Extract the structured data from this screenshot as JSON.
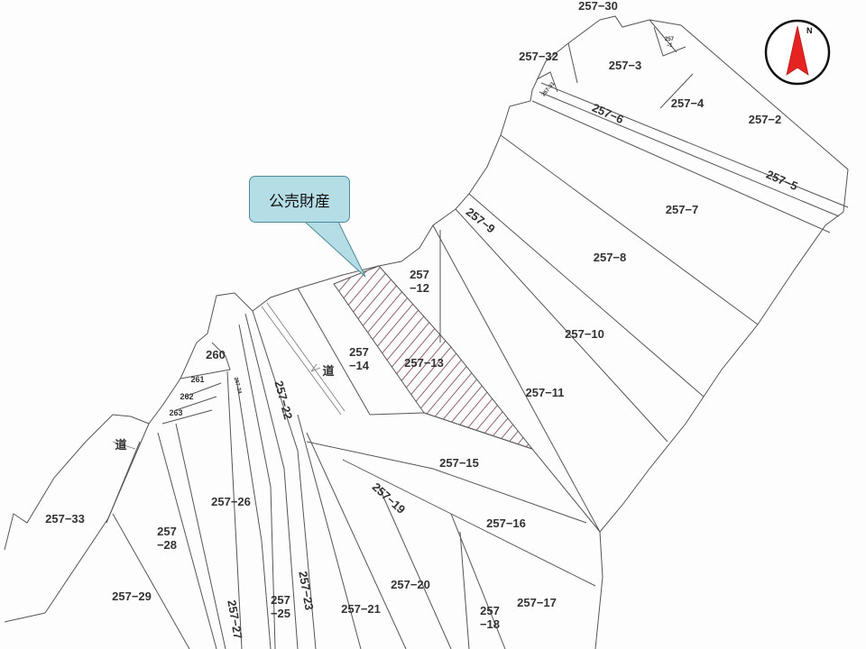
{
  "callout": {
    "text": "公売財産"
  },
  "compass": {
    "north": "N",
    "icon": "north-arrow-icon",
    "color": "#e52421"
  },
  "hatch_color": "#7a3b4f",
  "parcels": [
    {
      "id": "p257-30",
      "label": "257−30"
    },
    {
      "id": "p257-1",
      "label": "257\n−1"
    },
    {
      "id": "p257-32",
      "label": "257−32"
    },
    {
      "id": "p257-3",
      "label": "257−3"
    },
    {
      "id": "p257-31",
      "label": "257-31"
    },
    {
      "id": "p257-4",
      "label": "257−4"
    },
    {
      "id": "p257-2",
      "label": "257−2"
    },
    {
      "id": "p257-6",
      "label": "257−6"
    },
    {
      "id": "p257-5",
      "label": "257−5"
    },
    {
      "id": "p257-7",
      "label": "257−7"
    },
    {
      "id": "p257-9",
      "label": "257−9"
    },
    {
      "id": "p257-8",
      "label": "257−8"
    },
    {
      "id": "p257-12",
      "label": "257\n−12"
    },
    {
      "id": "p257-10",
      "label": "257−10"
    },
    {
      "id": "p257-14",
      "label": "257\n−14"
    },
    {
      "id": "p257-13",
      "label": "257−13"
    },
    {
      "id": "p257-11",
      "label": "257−11"
    },
    {
      "id": "p260",
      "label": "260"
    },
    {
      "id": "p261",
      "label": "261"
    },
    {
      "id": "p262",
      "label": "262"
    },
    {
      "id": "p263",
      "label": "263"
    },
    {
      "id": "p257-24",
      "label": "257-24"
    },
    {
      "id": "p257-22",
      "label": "257−22"
    },
    {
      "id": "p257-15",
      "label": "257−15"
    },
    {
      "id": "p257-19",
      "label": "257−19"
    },
    {
      "id": "p257-16",
      "label": "257−16"
    },
    {
      "id": "p257-26",
      "label": "257−26"
    },
    {
      "id": "p257-33",
      "label": "257−33"
    },
    {
      "id": "p257-28",
      "label": "257\n−28"
    },
    {
      "id": "p257-29",
      "label": "257−29"
    },
    {
      "id": "p257-20",
      "label": "257−20"
    },
    {
      "id": "p257-23",
      "label": "257−23"
    },
    {
      "id": "p257-25",
      "label": "257\n−25"
    },
    {
      "id": "p257-21",
      "label": "257−21"
    },
    {
      "id": "p257-18",
      "label": "257\n−18"
    },
    {
      "id": "p257-17",
      "label": "257−17"
    },
    {
      "id": "p257-27",
      "label": "257−27"
    }
  ],
  "roads": [
    {
      "id": "road-center",
      "label": "道"
    },
    {
      "id": "road-left",
      "label": "道"
    }
  ]
}
